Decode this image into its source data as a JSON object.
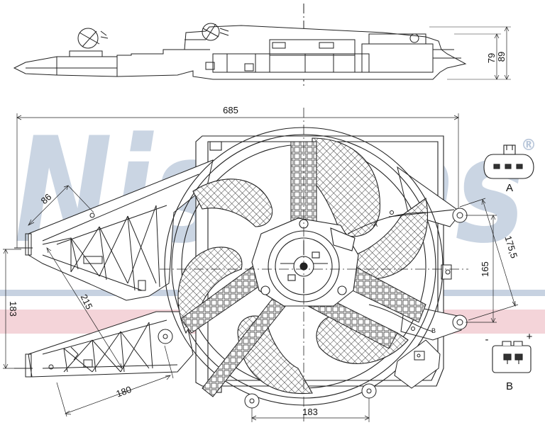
{
  "watermark": {
    "text": "Nissens",
    "registered": "®",
    "color": "#b9c7da",
    "band_color": "#f1c9d0"
  },
  "dimensions": {
    "height_79": "79",
    "height_89": "89",
    "width_685": "685",
    "d_86": "86",
    "d_175_5": "175,5",
    "d_165": "165",
    "d_183_left": "183",
    "d_215": "215",
    "d_180": "180",
    "d_183_bottom": "183"
  },
  "connectors": {
    "a_label": "A",
    "b_label": "B",
    "b_minus": "-",
    "b_plus": "+"
  },
  "callouts": {
    "a": "A",
    "b": "B"
  }
}
